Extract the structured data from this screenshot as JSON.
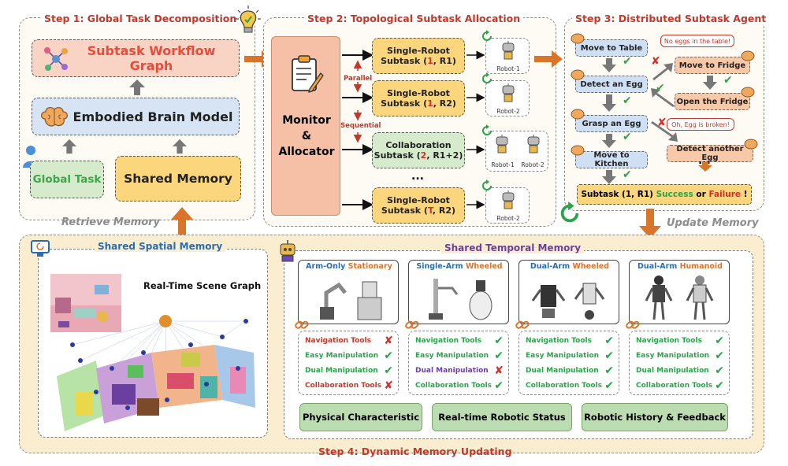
{
  "step1": {
    "title": "Step 1: Global Task Decomposition",
    "workflow_graph": "Subtask Workflow Graph",
    "brain_model": "Embodied Brain Model",
    "global_task": "Global Task",
    "shared_memory": "Shared Memory",
    "retrieve_memory": "Retrieve Memory"
  },
  "step2": {
    "title": "Step 2: Topological Subtask Allocation",
    "monitor": [
      "Monitor",
      "&",
      "Allocator"
    ],
    "parallel": "Parallel",
    "sequential": "Sequential",
    "ellipsis": "...",
    "subtasks": [
      {
        "line1": "Single-Robot",
        "pre": "Subtask (",
        "num": "1",
        "post": ", R1)",
        "robots": [
          "Robot-1"
        ]
      },
      {
        "line1": "Single-Robot",
        "pre": "Subtask (",
        "num": "1",
        "post": ", R2)",
        "robots": [
          "Robot-2"
        ]
      },
      {
        "line1": "Collaboration",
        "pre": "Subtask (",
        "num": "2",
        "post": ", R1+2)",
        "robots": [
          "Robot-1",
          "Robot-2"
        ]
      },
      {
        "line1": "Single-Robot",
        "pre": "Subtask (",
        "num": "T",
        "post": ", R2)",
        "robots": [
          "Robot-2"
        ]
      }
    ]
  },
  "step3": {
    "title": "Step 3: Distributed Subtask Agent",
    "move_to_table": "Move to Table",
    "detect_egg": "Detect an Egg",
    "grasp_egg": "Grasp an Egg",
    "move_to_kitchen": "Move to Kitchen",
    "move_to_fridge": "Move to Fridge",
    "open_fridge": "Open the Fridge",
    "detect_another": "Detect another Egg",
    "bubble1": "No eggs in the table!",
    "bubble2": "Oh, Egg is broken!",
    "ellipsis": "...",
    "result_pre": "Subtask (1, R1) ",
    "result_success": "Success",
    "result_or": " or ",
    "result_failure": "Failure",
    "result_end": " !",
    "update_memory": "Update Memory"
  },
  "step4": {
    "title": "Step 4: Dynamic Memory Updating",
    "spatial_title": "Shared Spatial Memory",
    "scene_graph": "Real-Time Scene Graph",
    "temporal_title": "Shared Temporal Memory",
    "robot_types": [
      {
        "a": "Arm-Only ",
        "b": "Stationary",
        "tools": [
          false,
          true,
          true,
          false
        ]
      },
      {
        "a": "Single-Arm ",
        "b": "Wheeled",
        "tools": [
          true,
          true,
          false,
          true
        ]
      },
      {
        "a": "Dual-Arm ",
        "b": "Wheeled",
        "tools": [
          true,
          true,
          true,
          true
        ]
      },
      {
        "a": "Dual-Arm ",
        "b": "Humanoid",
        "tools": [
          true,
          true,
          true,
          true
        ]
      }
    ],
    "tools": [
      "Navigation Tools",
      "Easy Manipulation",
      "Dual Manipulation",
      "Collaboration Tools"
    ],
    "bottom": [
      "Physical Characteristic",
      "Real-time Robotic Status",
      "Robotic History & Feedback"
    ]
  },
  "colors": {
    "step_title": "#c0392b",
    "accent_orange": "#d9742b",
    "check_green": "#2aa34a",
    "cross_red": "#d0312d"
  }
}
